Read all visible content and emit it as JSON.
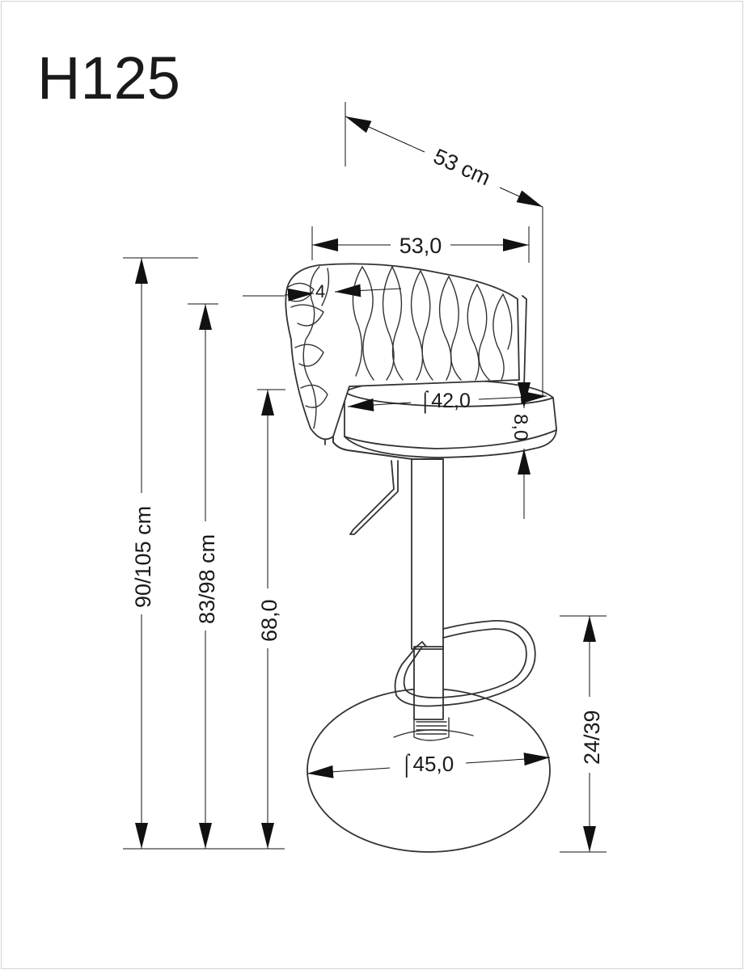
{
  "title": "H125",
  "colors": {
    "line": "#1a1a1a",
    "stroke": "#333333",
    "background": "#ffffff"
  },
  "dimensions": {
    "depth": "53 cm",
    "width": "53,0",
    "back_thickness": "4",
    "seat_diameter": "⌠42,0",
    "seat_thickness": "8,0",
    "total_height": "90/105 cm",
    "armrest_height": "83/98 cm",
    "seat_height": "68,0",
    "base_diameter": "⌠45,0",
    "footrest_height": "24/39"
  }
}
